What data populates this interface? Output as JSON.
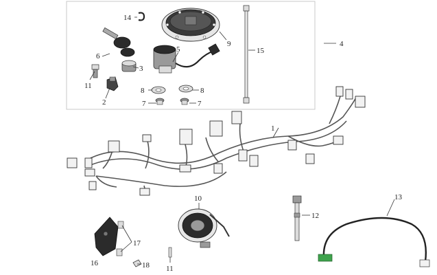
{
  "diagram": {
    "callouts": [
      {
        "id": "c1",
        "label": "1"
      },
      {
        "id": "c2",
        "label": "2"
      },
      {
        "id": "c3",
        "label": "3"
      },
      {
        "id": "c4",
        "label": "4"
      },
      {
        "id": "c5",
        "label": "5"
      },
      {
        "id": "c6",
        "label": "6"
      },
      {
        "id": "c7a",
        "label": "7"
      },
      {
        "id": "c7b",
        "label": "7"
      },
      {
        "id": "c8a",
        "label": "8"
      },
      {
        "id": "c8b",
        "label": "8"
      },
      {
        "id": "c9",
        "label": "9"
      },
      {
        "id": "c10",
        "label": "10"
      },
      {
        "id": "c11a",
        "label": "11"
      },
      {
        "id": "c11b",
        "label": "11"
      },
      {
        "id": "c12",
        "label": "12"
      },
      {
        "id": "c13",
        "label": "13"
      },
      {
        "id": "c14",
        "label": "14"
      },
      {
        "id": "c15",
        "label": "15"
      },
      {
        "id": "c16",
        "label": "16"
      },
      {
        "id": "c17",
        "label": "17"
      },
      {
        "id": "c18",
        "label": "18"
      }
    ],
    "colors": {
      "frame": "#c8c8c8",
      "line": "#333333",
      "part_dark": "#2b2b2b",
      "part_mid": "#9a9a9a",
      "part_light": "#dcdcdc",
      "connector_green": "#3fa34d"
    }
  }
}
